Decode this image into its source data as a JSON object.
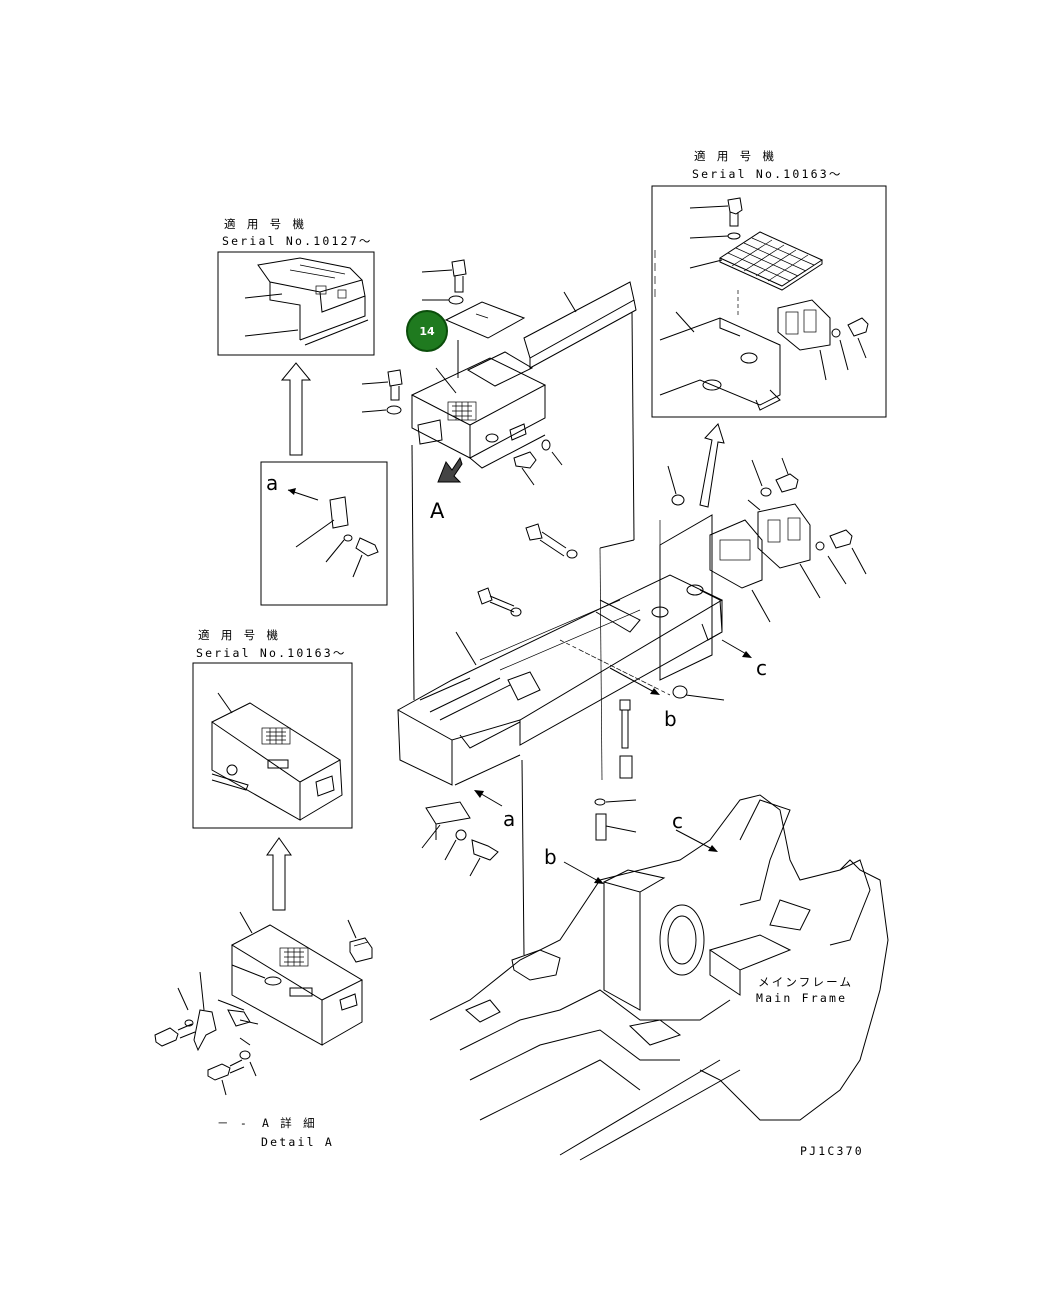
{
  "diagram": {
    "drawing_code": "PJ1C370",
    "hotspot_badge": {
      "label": "14",
      "color": "#1f7a1f",
      "ring_color": "#0b4d0b"
    },
    "inset_top_left": {
      "title_jp": "適 用 号 機",
      "serial": "Serial No.10127～"
    },
    "inset_top_right": {
      "title_jp": "適 用 号 機",
      "serial": "Serial No.10163～"
    },
    "inset_mid_left": {
      "title_jp": "適 用 号 機",
      "serial": "Serial No.10163～"
    },
    "detail": {
      "label_jp": "A 詳 細",
      "label_en": "Detail A",
      "dash_mark": "－ -"
    },
    "main_frame": {
      "label_jp": "メインフレーム",
      "label_en": "Main Frame"
    },
    "view_letters": {
      "A": "A",
      "a1": "a",
      "a2": "a",
      "b1": "b",
      "b2": "b",
      "c1": "c",
      "c2": "c"
    }
  }
}
